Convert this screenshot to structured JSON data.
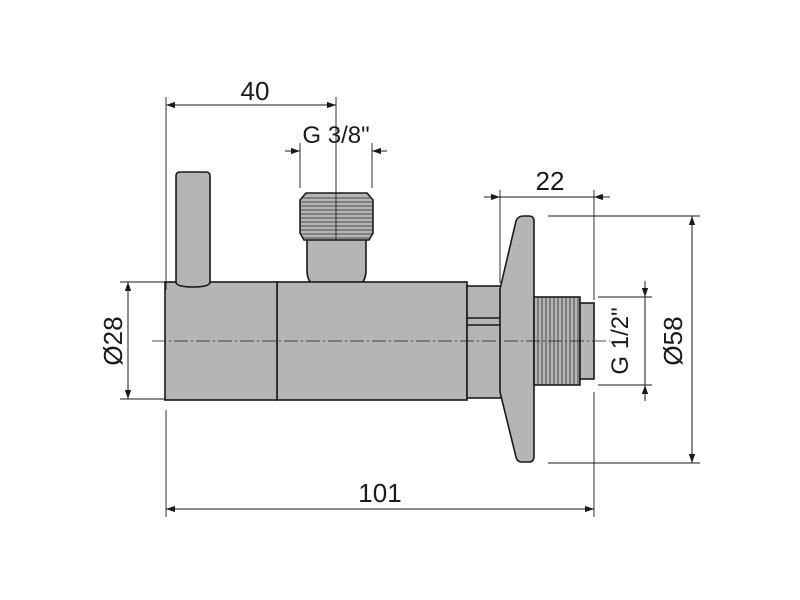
{
  "drawing": {
    "dimensions": {
      "handle_offset": "40",
      "outlet_thread": "G 3/8\"",
      "inlet_length": "22",
      "body_diameter": "Ø28",
      "inlet_thread": "G 1/2\"",
      "flange_diameter": "Ø58",
      "overall_length": "101"
    },
    "colors": {
      "body_fill": "#b5b5b5",
      "line": "#1a1a1a"
    }
  }
}
